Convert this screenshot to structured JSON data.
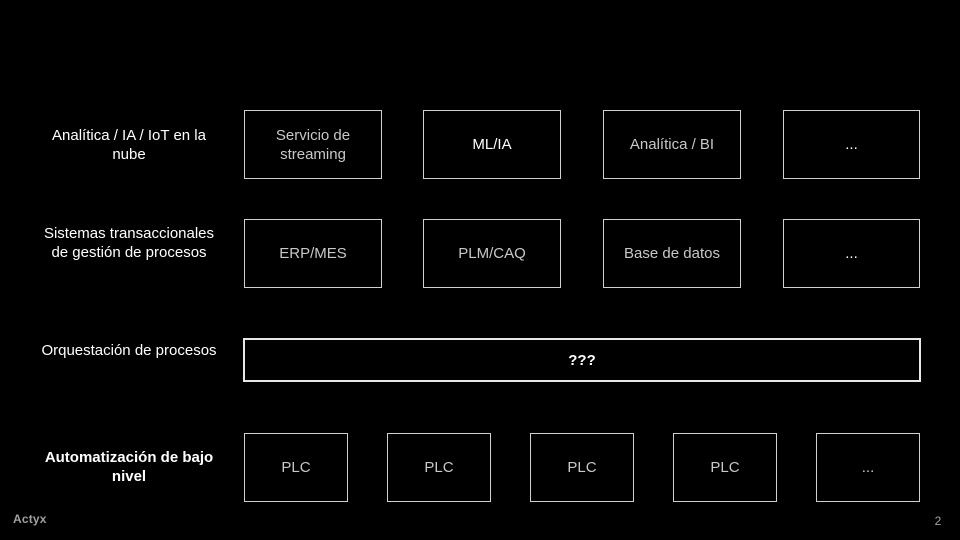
{
  "rows": {
    "cloud": {
      "label": "Analítica / IA / IoT en la nube",
      "boxes": [
        "Servicio de streaming",
        "ML/IA",
        "Analítica / BI",
        "..."
      ]
    },
    "transactional": {
      "label": "Sistemas transaccionales de gestión de procesos",
      "boxes": [
        "ERP/MES",
        "PLM/CAQ",
        "Base de datos",
        "..."
      ]
    },
    "orchestration": {
      "label": "Orquestación de procesos",
      "box": "???"
    },
    "automation": {
      "label": "Automatización de bajo nivel",
      "boxes": [
        "PLC",
        "PLC",
        "PLC",
        "PLC",
        "..."
      ]
    }
  },
  "footer": {
    "logo": "Actyx",
    "page_number": "2"
  }
}
